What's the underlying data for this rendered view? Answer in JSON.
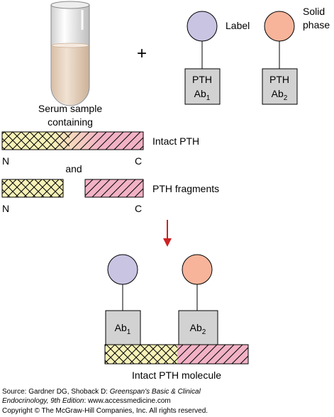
{
  "top": {
    "sample_label_line1": "Serum sample",
    "sample_label_line2": "containing",
    "plus": "+",
    "label_antibody": {
      "tag": "Label",
      "box_line1": "PTH",
      "box_line2_main": "Ab",
      "box_line2_sub": "1",
      "circle_color": "#c8c4e2"
    },
    "solid_antibody": {
      "tag_line1": "Solid",
      "tag_line2": "phase",
      "box_line1": "PTH",
      "box_line2_main": "Ab",
      "box_line2_sub": "2",
      "circle_color": "#f7b49a"
    }
  },
  "middle": {
    "intact_label": "Intact PTH",
    "n_terminal": "N",
    "c_terminal": "C",
    "and_text": "and",
    "fragments_label": "PTH fragments",
    "n_fragment_color": "#f8f2b8",
    "c_fragment_color": "#f2b2c6"
  },
  "arrow_color": "#cc2222",
  "bottom": {
    "ab1_main": "Ab",
    "ab1_sub": "1",
    "ab2_main": "Ab",
    "ab2_sub": "2",
    "caption": "Intact PTH molecule"
  },
  "credit": {
    "source_prefix": "Source: Gardner DG, Shoback D: ",
    "source_book": "Greenspan's Basic & Clinical",
    "source_book_line2": "Endocrinology, 9th Edition",
    "source_url": ": www.accessmedicine.com",
    "copyright": "Copyright © The McGraw-Hill Companies, Inc. All rights reserved."
  }
}
